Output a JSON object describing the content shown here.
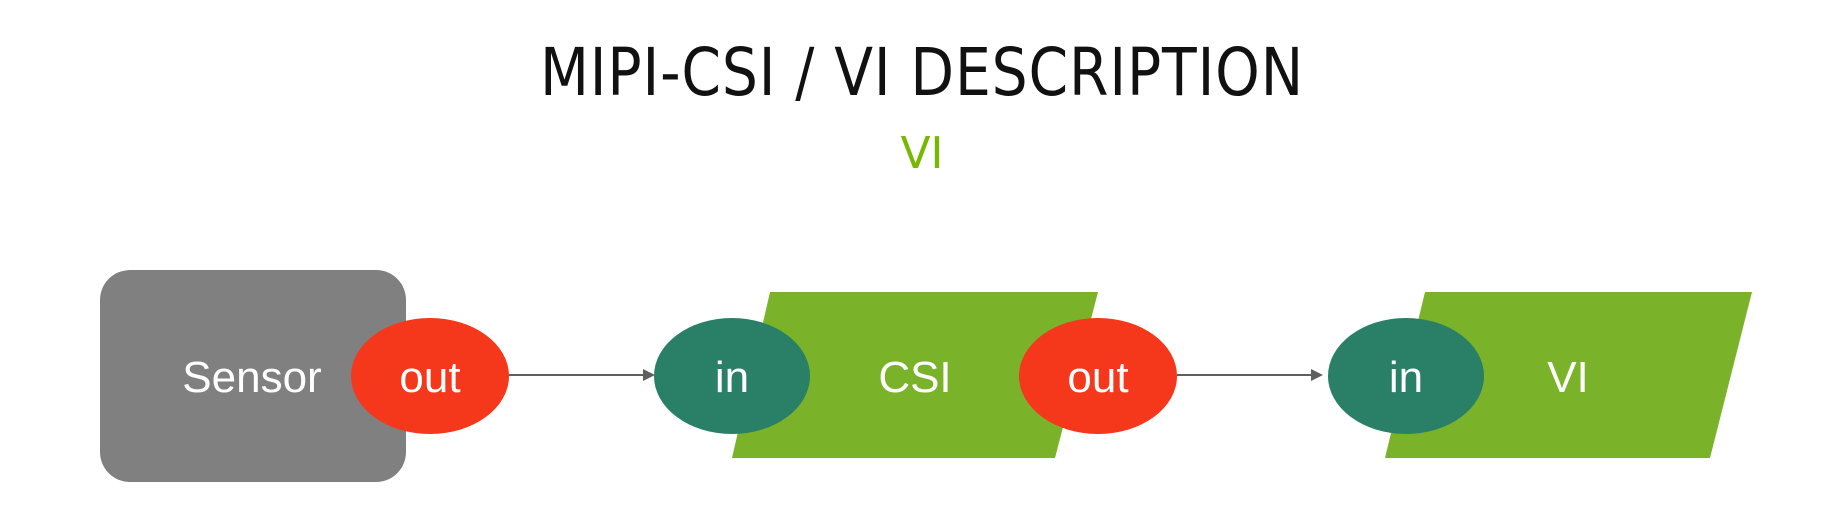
{
  "header": {
    "title": "MIPI-CSI / VI DESCRIPTION",
    "subtitle": "VI"
  },
  "colors": {
    "sensor_fill": "#808080",
    "block_fill": "#7ab32a",
    "in_port": "#2a8066",
    "out_port": "#f5371c",
    "arrow": "#5f5f5f",
    "subtitle": "#76b900"
  },
  "diagram": {
    "sensor": {
      "label": "Sensor",
      "out_label": "out"
    },
    "csi": {
      "label": "CSI",
      "in_label": "in",
      "out_label": "out"
    },
    "vi": {
      "label": "VI",
      "in_label": "in"
    }
  }
}
